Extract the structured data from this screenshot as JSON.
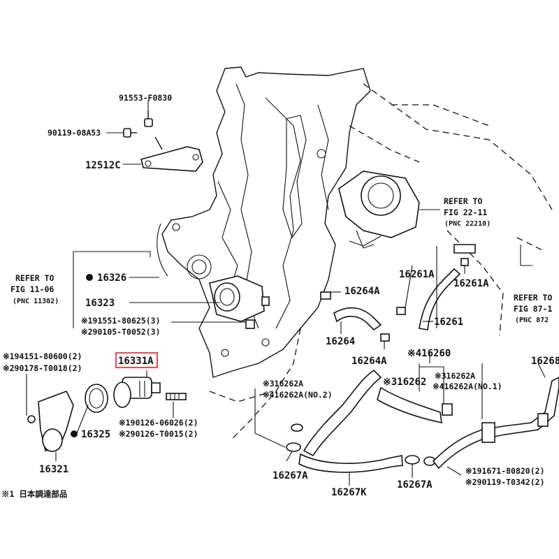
{
  "highlight_color": "#e02020",
  "labels": {
    "p91553": "91553-F0830",
    "p90119": "90119-08A53",
    "p12512c": "12512C",
    "refer_11_06": [
      "REFER TO",
      "FIG 11-06",
      "(PNC 11302)"
    ],
    "refer_22_11": [
      "REFER TO",
      "FIG 22-11",
      "(PNC 22210)"
    ],
    "refer_87": [
      "REFER TO",
      "FIG 87-1",
      "(PNC 872"
    ],
    "p16326": "16326",
    "p16323": "16323",
    "p191551": "※191551-80625(3)",
    "p290105": "※290105-T0052(3)",
    "p194151": "※194151-80600(2)",
    "p290178": "※290178-T0018(2)",
    "p16331a": "16331A",
    "p190126": "※190126-06026(2)",
    "p290126": "※290126-T0015(2)",
    "p16325": "16325",
    "p16321": "16321",
    "p16264a_top": "16264A",
    "p16261a_l": "16261A",
    "p16261a_r": "16261A",
    "p16264": "16264",
    "p16261": "16261",
    "p16264a_bot": "16264A",
    "p416260": "※416260",
    "p16268": "16268",
    "p316262a_l": "※316262A",
    "p416262a_no2": "※416262A(NO.2)",
    "p316262": "※316262",
    "p316262a_r": "※316262A",
    "p416262a_no1": "※416262A(NO.1)",
    "p16267a_l": "16267A",
    "p16267k": "16267K",
    "p16267a_r": "16267A",
    "p191671": "※191671-80820(2)",
    "p290119": "※290119-T0342(2)",
    "footnote": "※1 日本調達部品"
  }
}
